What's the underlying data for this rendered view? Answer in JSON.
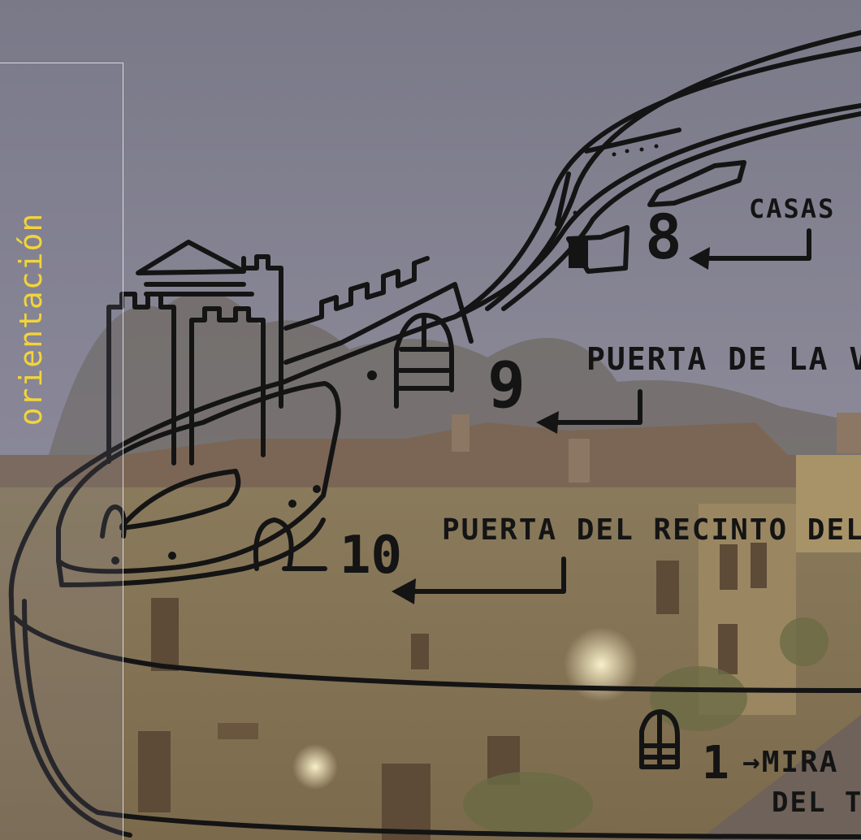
{
  "sidebar": {
    "title": "orientación"
  },
  "map": {
    "casas": {
      "number": "8",
      "label": "CASAS"
    },
    "puerta_villa": {
      "number": "9",
      "label": "PUERTA DE LA VI"
    },
    "puerta_recinto": {
      "number": "10",
      "label": "PUERTA DEL RECINTO DEL C"
    },
    "mirador": {
      "number": "1",
      "label_line1": "MIRA",
      "label_line2": "DEL T"
    }
  },
  "colors": {
    "title": "#f2d43a",
    "ink": "#141414",
    "frame": "#ebebf0"
  }
}
